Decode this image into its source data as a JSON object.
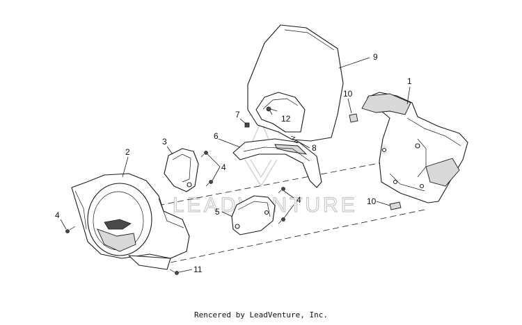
{
  "callouts": {
    "c1": "1",
    "c2": "2",
    "c3": "3",
    "c4a": "4",
    "c4b": "4",
    "c4c": "4",
    "c5": "5",
    "c6": "6",
    "c7": "7",
    "c8": "8",
    "c9": "9",
    "c10a": "10",
    "c10b": "10",
    "c11": "11",
    "c12": "12"
  },
  "watermark": {
    "text": "LEADVENTURE"
  },
  "footer": {
    "credit": "Rencered by LeadVenture, Inc."
  }
}
